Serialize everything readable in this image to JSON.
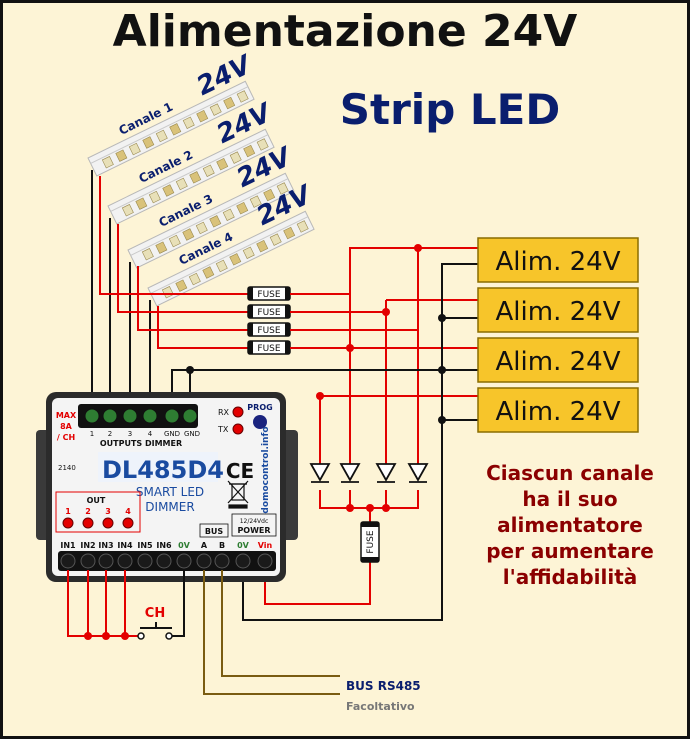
{
  "title": "Alimentazione 24V",
  "subtitle": "Strip LED",
  "strips": [
    {
      "label": "Canale 1",
      "voltage": "24V"
    },
    {
      "label": "Canale 2",
      "voltage": "24V"
    },
    {
      "label": "Canale 3",
      "voltage": "24V"
    },
    {
      "label": "Canale 4",
      "voltage": "24V"
    }
  ],
  "strip_print": "24V",
  "fuse_label": "FUSE",
  "supplies": [
    "Alim. 24V",
    "Alim. 24V",
    "Alim. 24V",
    "Alim. 24V"
  ],
  "device": {
    "max_lines": [
      "MAX",
      "8A",
      "/ CH"
    ],
    "out_terminals": [
      "1",
      "2",
      "3",
      "4",
      "GND",
      "GND"
    ],
    "outputs_label": "OUTPUTS DIMMER",
    "rx": "RX",
    "tx": "TX",
    "prog": "PROG",
    "model": "DL485D4",
    "model_prefix": "DL",
    "model_rest": "485D4",
    "ce": "CE",
    "line1": "SMART LED",
    "line2": "DIMMER",
    "website": "domocontrol.info",
    "code": "2140",
    "out_label": "OUT",
    "out_leds": [
      "1",
      "2",
      "3",
      "4"
    ],
    "bus_label": "BUS",
    "power_lines": [
      "12/24Vdc",
      "POWER"
    ],
    "in_terminals": [
      "IN1",
      "IN2",
      "IN3",
      "IN4",
      "IN5",
      "IN6",
      "0V",
      "A",
      "B",
      "0V",
      "Vin"
    ]
  },
  "switch_label": "CH",
  "bus_rs485": "BUS RS485",
  "optional": "Facoltativo",
  "note": [
    "Ciascun canale",
    "ha il suo",
    "alimentatore",
    "per aumentare",
    "l'affidabilità"
  ],
  "colors": {
    "background": "#fdf4d6",
    "supply_fill": "#f7c52a",
    "wire_red": "#e30000",
    "wire_black": "#111111",
    "bus_wire": "#7a5c12",
    "note_text": "#8b0000",
    "subtitle_text": "#0a1e6e"
  }
}
